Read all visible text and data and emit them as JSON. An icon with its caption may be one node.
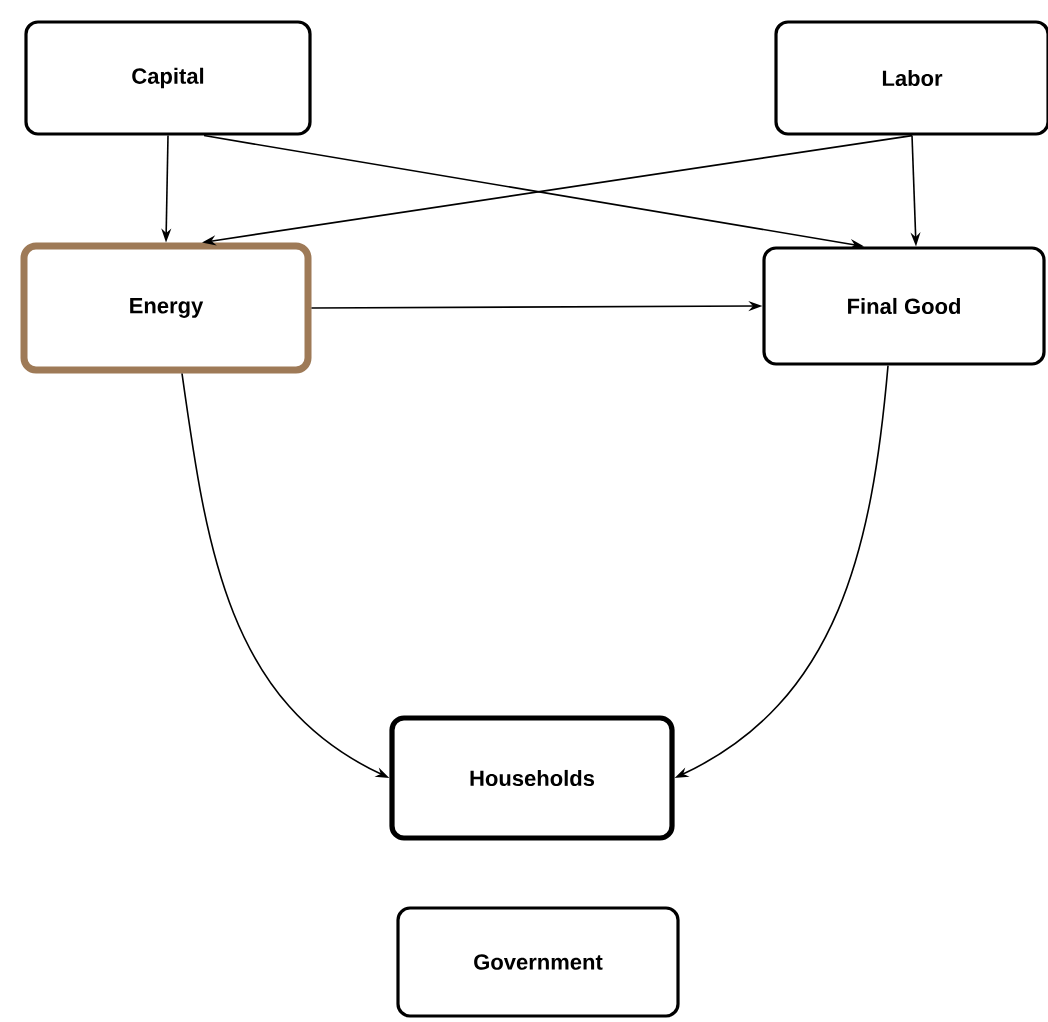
{
  "diagram": {
    "nodes": [
      {
        "text": [
          "Capital"
        ]
      },
      {
        "text": [
          "Labor"
        ]
      },
      {
        "text": [
          "Energy"
        ]
      },
      {
        "text": [
          "Final Good"
        ]
      },
      {
        "text": [
          "Households"
        ]
      },
      {
        "text": [
          "Government"
        ]
      }
    ],
    "edges": [
      {
        "from": 0,
        "to": 2,
        "arrow": "to"
      },
      {
        "from": 0,
        "to": 3,
        "arrow": "to"
      },
      {
        "from": 1,
        "to": 2,
        "arrow": "to"
      },
      {
        "from": 1,
        "to": 3,
        "arrow": "to"
      },
      {
        "from": 2,
        "to": 3,
        "arrow": "to"
      },
      {
        "from": 2,
        "to": 4,
        "arrow": "to"
      },
      {
        "from": 3,
        "to": 4,
        "arrow": "to"
      }
    ]
  }
}
